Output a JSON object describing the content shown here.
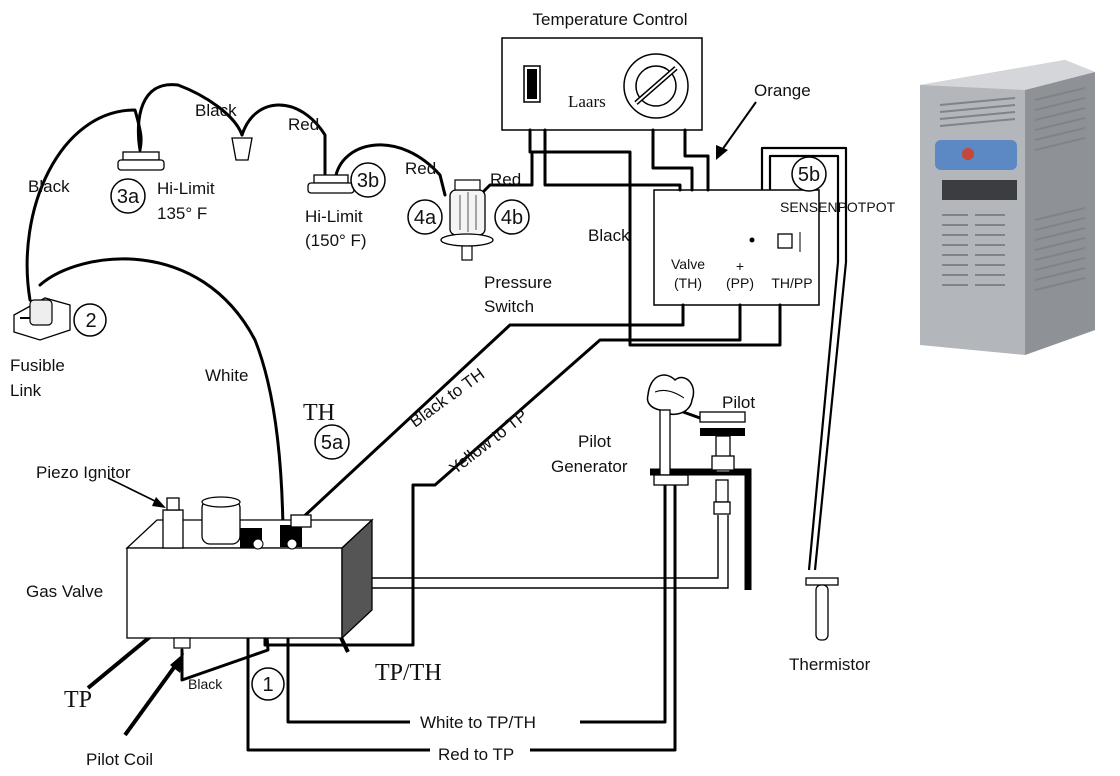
{
  "labels": {
    "temperature_control": "Temperature Control",
    "laars": "Laars",
    "orange": "Orange",
    "black_top_left": "Black",
    "black_mid": "Black",
    "black_right": "Black",
    "red_1": "Red",
    "red_2": "Red",
    "red_3": "Red",
    "hi_limit_a_1": "Hi-Limit",
    "hi_limit_a_2": "135° F",
    "hi_limit_b_1": "Hi-Limit",
    "hi_limit_b_2": "(150° F)",
    "pressure_switch_1": "Pressure",
    "pressure_switch_2": "Switch",
    "sensor_row": "SENSENPOTPOT",
    "valve_th_1": "Valve",
    "valve_th_2": "(TH)",
    "pp_1": "+",
    "pp_2": "(PP)",
    "th_pp": "TH/PP",
    "fusible_link_1": "Fusible",
    "fusible_link_2": "Link",
    "white": "White",
    "black_to_th": "Black to TH",
    "yellow_to_tp": "Yellow to TP",
    "th": "TH",
    "pilot": "Pilot",
    "pilot_generator_1": "Pilot",
    "pilot_generator_2": "Generator",
    "piezo_ignitor": "Piezo Ignitor",
    "gas_valve": "Gas Valve",
    "tp": "TP",
    "tp_th": "TP/TH",
    "black_bottom": "Black",
    "white_to_tp_th": "White to  TP/TH",
    "red_to_tp": "Red to TP",
    "pilot_coil": "Pilot Coil",
    "thermistor": "Thermistor"
  },
  "callouts": {
    "c1": "1",
    "c2": "2",
    "c3a": "3a",
    "c3b": "3b",
    "c4a": "4a",
    "c4b": "4b",
    "c5a": "5a",
    "c5b": "5b"
  }
}
